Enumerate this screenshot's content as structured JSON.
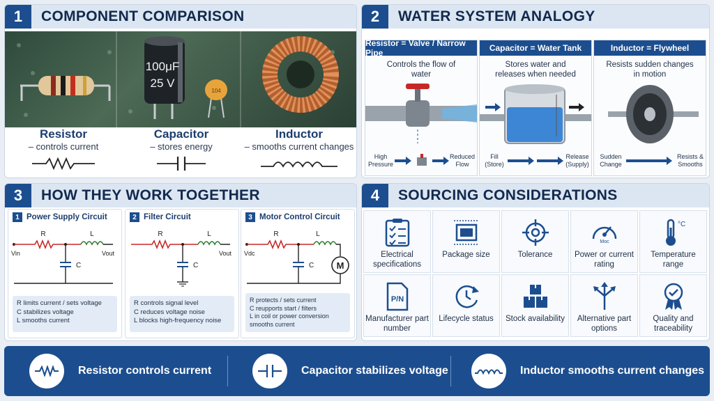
{
  "panel1": {
    "number": "1",
    "title": "COMPONENT COMPARISON",
    "components": [
      {
        "name": "Resistor",
        "desc": "– controls current"
      },
      {
        "name": "Capacitor",
        "desc": "– stores energy"
      },
      {
        "name": "Inductor",
        "desc": "– smooths current changes"
      }
    ],
    "cap_label_value": "100μF",
    "cap_label_voltage": "25 V",
    "ceramic_code": "104"
  },
  "panel2": {
    "number": "2",
    "title": "WATER SYSTEM ANALOGY",
    "columns": [
      {
        "header": "Resistor = Valve / Narrow Pipe",
        "text": "Controls the flow of water",
        "left": "High Pressure",
        "right": "Reduced Flow"
      },
      {
        "header": "Capacitor = Water Tank",
        "text": "Stores water and releases when needed",
        "left": "Fill (Store)",
        "right": "Release (Supply)"
      },
      {
        "header": "Inductor = Flywheel",
        "text": "Resists sudden changes in motion",
        "left": "Sudden Change",
        "right": "Resists & Smooths"
      }
    ]
  },
  "panel3": {
    "number": "3",
    "title": "HOW THEY WORK TOGETHER",
    "circuits": [
      {
        "num": "1",
        "title": "Power Supply Circuit",
        "in": "Vin",
        "out": "Vout",
        "r": "R",
        "l": "L",
        "c": "C",
        "notes": [
          "R limits current / sets voltage",
          "C stabilizes voltage",
          "L smooths current"
        ]
      },
      {
        "num": "2",
        "title": "Filter Circuit",
        "in": "",
        "out": "Vout",
        "r": "R",
        "l": "L",
        "c": "C",
        "notes": [
          "R controls signal level",
          "C reduces voltage noise",
          "L blocks high-frequency noise"
        ]
      },
      {
        "num": "3",
        "title": "Motor Control Circuit",
        "in": "Vdc",
        "out": "M",
        "r": "R",
        "l": "L",
        "c": "C",
        "notes": [
          "R protects / sets current",
          "C reupports start / filters",
          "L in coil or power conversion smooths current"
        ]
      }
    ]
  },
  "panel4": {
    "number": "4",
    "title": "SOURCING CONSIDERATIONS",
    "items": [
      {
        "icon": "checklist-icon",
        "label": "Electrical specifications"
      },
      {
        "icon": "chip-package-icon",
        "label": "Package size"
      },
      {
        "icon": "crosshair-icon",
        "label": "Tolerance"
      },
      {
        "icon": "gauge-icon",
        "label": "Power or current rating",
        "gauge_text": "Moc"
      },
      {
        "icon": "thermometer-icon",
        "label": "Temperature range",
        "unit": "°C"
      },
      {
        "icon": "document-pn-icon",
        "label": "Manufacturer part number",
        "doc_text": "P/N"
      },
      {
        "icon": "clock-cycle-icon",
        "label": "Lifecycle status"
      },
      {
        "icon": "boxes-icon",
        "label": "Stock availability"
      },
      {
        "icon": "branch-arrows-icon",
        "label": "Alternative part options"
      },
      {
        "icon": "award-ribbon-icon",
        "label": "Quality and traceability"
      }
    ]
  },
  "banner": {
    "items": [
      {
        "icon": "resistor-symbol-icon",
        "text": "Resistor controls current"
      },
      {
        "icon": "capacitor-symbol-icon",
        "text": "Capacitor stabilizes voltage"
      },
      {
        "icon": "inductor-symbol-icon",
        "text": "Inductor smooths current changes"
      }
    ]
  },
  "colors": {
    "navy": "#1c4e8f",
    "header_bg": "#dbe6f2",
    "copper": "#c46a2b"
  }
}
